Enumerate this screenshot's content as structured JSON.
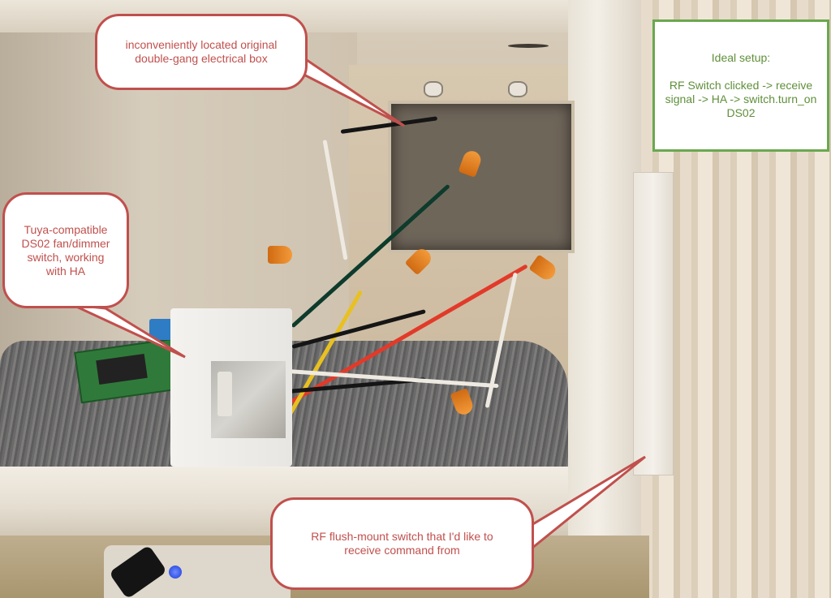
{
  "image": {
    "description": "Annotated photo of a cabinet interior showing an open electrical box, a Tuya DS02 dimmer switch on a towel, and an RF flush-mount switch on the cabinet side",
    "accent_colors": {
      "callout_border": "#c0504d",
      "callout_text": "#c0504d",
      "ideal_box_border": "#6aa84f",
      "ideal_box_text": "#5f8f3a"
    }
  },
  "callouts": {
    "electrical_box": {
      "text": "inconveniently located original double-gang electrical box"
    },
    "dimmer": {
      "text": "Tuya-compatible DS02 fan/dimmer switch, working with HA"
    },
    "rf_switch": {
      "text": "RF flush-mount switch that I'd like to receive command from"
    }
  },
  "ideal_setup": {
    "title": "Ideal setup:",
    "body": "RF Switch clicked -> receive signal -> HA -> switch.turn_on DS02"
  }
}
